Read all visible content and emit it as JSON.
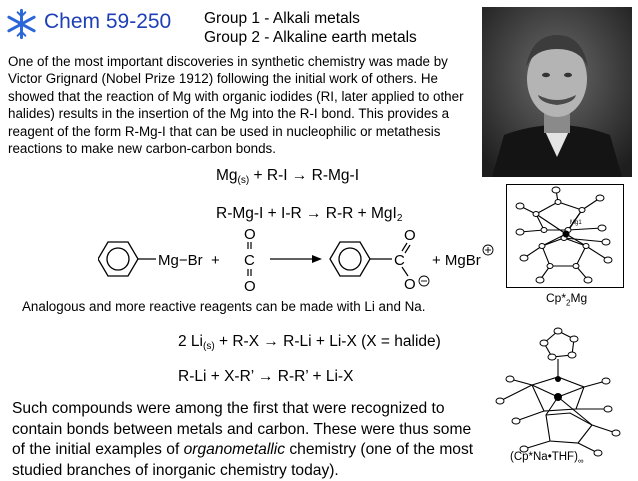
{
  "header": {
    "course": "Chem 59-250",
    "group1": "Group 1 - Alkali metals",
    "group2": "Group 2 - Alkaline earth metals"
  },
  "intro_text": "One of the most important discoveries in synthetic chemistry was made by Victor Grignard (Nobel Prize 1912) following the initial work of others. He showed that the reaction of Mg with organic iodides (RI, later applied to other halides) results in the insertion of the Mg into the R-I bond.  This provides a reagent of the form R-Mg-I that can be used in nucleophilic or metathesis reactions to make new carbon-carbon bonds.",
  "reactions": {
    "r1_mg": "Mg",
    "r1_sub": "(s)",
    "r1_rest": " + R-I → R-Mg-I",
    "r2_main": "R-Mg-I + I-R → R-R + MgI",
    "r2_sub": "2",
    "r3_pre": "2 Li",
    "r3_sub": "(s)",
    "r3_rest": " + R-X → R-Li + Li-X   (X = halide)",
    "r4": "R-Li + X-R’ → R-R’ + Li-X"
  },
  "scheme": {
    "mg_br": "Mg−Br",
    "plus1": "+",
    "c_center": "C",
    "o_top": "O",
    "o_bottom": "O",
    "c_product": "C",
    "o_prod_top": "O",
    "o_prod_bottom": "O",
    "mgbr_product": "+ MgBr"
  },
  "figures": {
    "xtal1_atom_label": "Mg1",
    "cap1_main": "Cp*",
    "cap1_sub": "2",
    "cap1_end": "Mg",
    "cap2_main": "(Cp*Na•THF)",
    "cap2_sub": "∞"
  },
  "analog_text": "Analogous and more reactive reagents can be made with Li and Na.",
  "closing": {
    "part1": "Such compounds were among the first that were recognized to contain bonds between metals and carbon.  These were thus some of the initial examples of ",
    "em": "organometallic",
    "part2": " chemistry (one of the most studied branches of inorganic chemistry today)."
  },
  "colors": {
    "course": "#1d3fb8",
    "logo": "#2a66d8"
  }
}
